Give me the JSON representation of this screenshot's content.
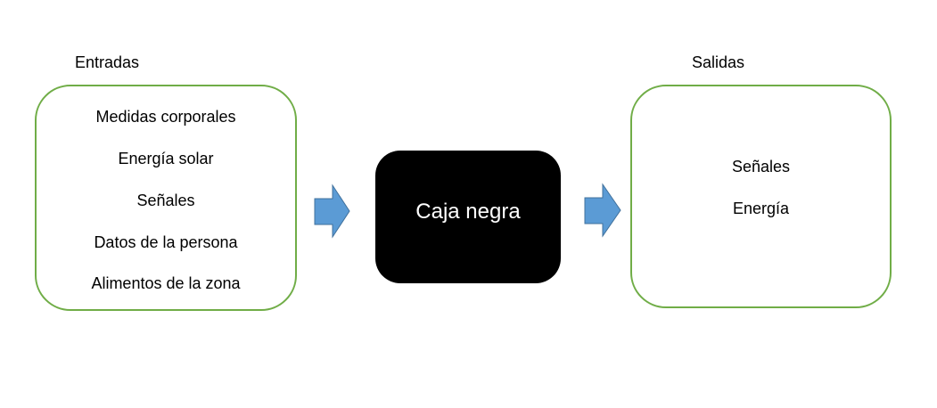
{
  "inputs": {
    "title": "Entradas",
    "items": [
      "Medidas corporales",
      "Energía solar",
      "Señales",
      "Datos de la persona",
      "Alimentos de la zona"
    ]
  },
  "process": {
    "label": "Caja negra"
  },
  "outputs": {
    "title": "Salidas",
    "items": [
      "Señales",
      "Energía"
    ]
  },
  "colors": {
    "box_border": "#70ad47",
    "arrow_fill": "#5b9bd5",
    "arrow_stroke": "#41719c",
    "process_fill": "#000000"
  }
}
